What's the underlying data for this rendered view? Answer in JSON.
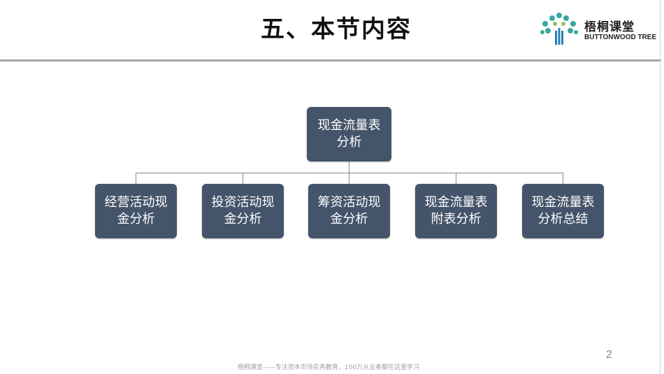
{
  "slide": {
    "title": "五、本节内容",
    "page_number": "2",
    "footer": "梧桐课堂——专注资本市场实务教育，100万从业者都在这里学习"
  },
  "logo": {
    "name_cn": "梧桐课堂",
    "name_en": "BUTTONWOOD TREE"
  },
  "diagram": {
    "root": {
      "line1": "现金流量表",
      "line2": "分析"
    },
    "children": [
      {
        "line1": "经营活动现",
        "line2": "金分析"
      },
      {
        "line1": "投资活动现",
        "line2": "金分析"
      },
      {
        "line1": "筹资活动现",
        "line2": "金分析"
      },
      {
        "line1": "现金流量表",
        "line2": "附表分析"
      },
      {
        "line1": "现金流量表",
        "line2": "分析总结"
      }
    ],
    "box_color": "#44546a"
  }
}
